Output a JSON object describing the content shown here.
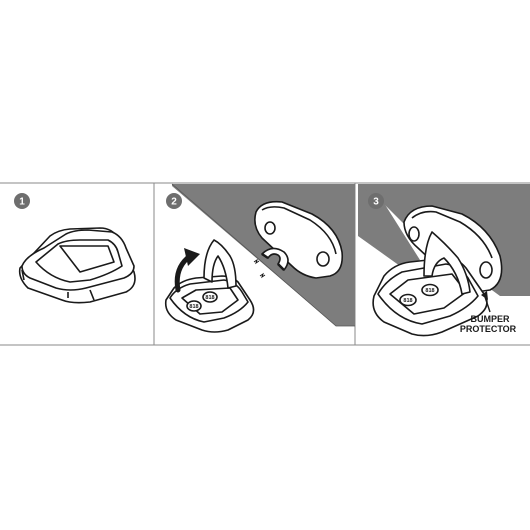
{
  "steps": [
    {
      "number": "1"
    },
    {
      "number": "2"
    },
    {
      "number": "3"
    }
  ],
  "labels": {
    "bumper_line1": "BUMPER",
    "bumper_line2": "PROTECTOR"
  },
  "icons": [
    "magnet-icon",
    "curved-arrow-icon",
    "pointer-arrow-icon"
  ],
  "colors": {
    "line": "#1a1a1a",
    "badge": "#6e6e6e",
    "wall": "#7d7d7d",
    "panel_bg": "#ffffff",
    "divider": "#8a8a8a"
  }
}
